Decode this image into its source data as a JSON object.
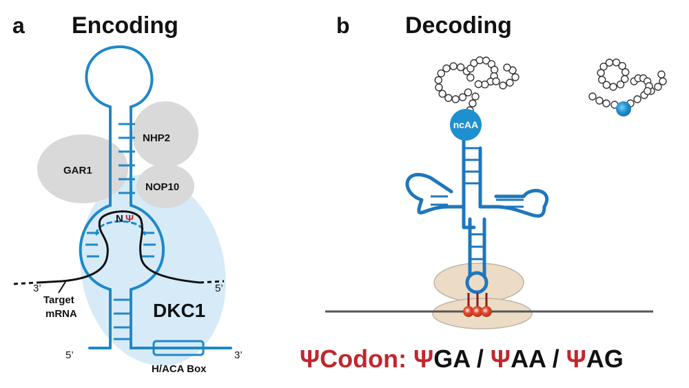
{
  "panels": {
    "a": {
      "letter": "a",
      "title": "Encoding"
    },
    "b": {
      "letter": "b",
      "title": "Decoding"
    }
  },
  "encoding": {
    "proteins": {
      "nhp2": "NHP2",
      "gar1": "GAR1",
      "nop10": "NOP10",
      "dkc1": "DKC1"
    },
    "site_n": "N",
    "site_psi": "Ψ",
    "three_prime_left": "3’",
    "five_prime_right": "5’",
    "target_line1": "Target",
    "target_line2": "mRNA",
    "five_prime_bottom": "5’",
    "three_prime_bottom": "3’",
    "box_label": "H/ACA Box"
  },
  "decoding": {
    "ncaa_label": "ncAA",
    "codon_line": {
      "prefix_psi": "Ψ",
      "prefix_word": "Codon: ",
      "codons": [
        {
          "psi": "Ψ",
          "rest": "GA"
        },
        {
          "psi": "Ψ",
          "rest": "AA"
        },
        {
          "psi": "Ψ",
          "rest": "AG"
        }
      ],
      "separator": " / "
    }
  },
  "colors": {
    "rna_blue": "#1e88c8",
    "dkc1_fill": "#d6ebf7",
    "protein_gray": "#d9d9d9",
    "ribosome_tan": "#ecdcc6",
    "psi_red": "#c0272d",
    "ncaa_blue": "#1e8fcf"
  }
}
